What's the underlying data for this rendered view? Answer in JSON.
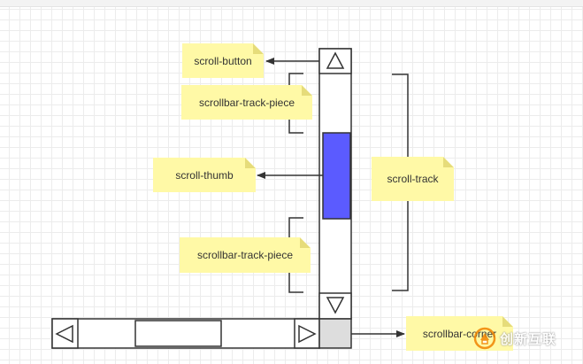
{
  "labels": {
    "scroll_button": "scroll-button",
    "track_piece_top": "scrollbar-track-piece",
    "scroll_thumb": "scroll-thumb",
    "track_piece_bottom": "scrollbar-track-piece",
    "scroll_track": "scroll-track",
    "scrollbar_corner": "scrollbar-corner"
  },
  "watermark": {
    "text": "创新互联",
    "icon": "logo-icon"
  },
  "colors": {
    "note_fill": "#fff9a6",
    "note_fold": "#e6dc7a",
    "thumb_fill": "#5b5bff",
    "corner_fill": "#dddddd",
    "line": "#333333",
    "watermark_orange": "#f08300"
  }
}
